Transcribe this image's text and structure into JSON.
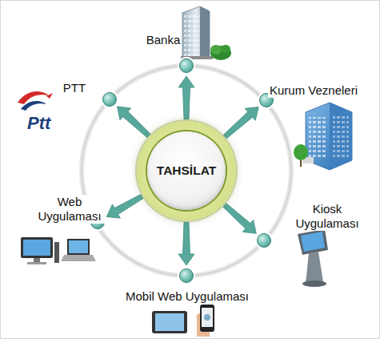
{
  "diagram": {
    "nodes": [
      {
        "text": [
          "TAHSİLAT"
        ]
      },
      {
        "text": [
          "Banka"
        ]
      },
      {
        "text": [
          "Kurum Vezneleri"
        ]
      },
      {
        "text": [
          "Kiosk Uygulaması"
        ]
      },
      {
        "text": [
          "Mobil Web Uygulaması"
        ]
      },
      {
        "text": [
          "Web Uygulaması"
        ]
      },
      {
        "text": [
          "PTT"
        ]
      }
    ],
    "edges": [
      {
        "from": 0,
        "to": 1,
        "arrow": "to"
      },
      {
        "from": 0,
        "to": 2,
        "arrow": "to"
      },
      {
        "from": 0,
        "to": 3,
        "arrow": "to"
      },
      {
        "from": 0,
        "to": 4,
        "arrow": "to"
      },
      {
        "from": 0,
        "to": 5,
        "arrow": "to"
      },
      {
        "from": 0,
        "to": 6,
        "arrow": "to"
      }
    ],
    "labels": [
      "Ptt"
    ]
  }
}
